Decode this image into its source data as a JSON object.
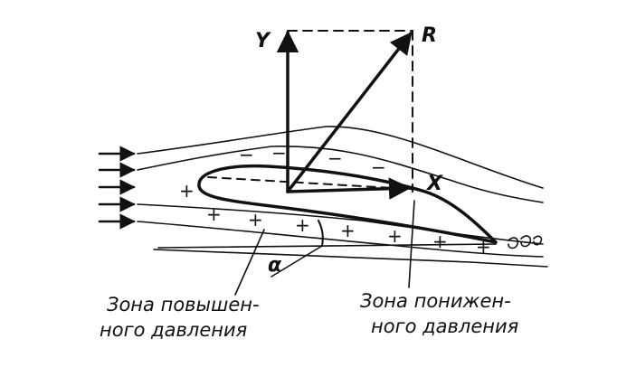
{
  "vectors": {
    "lift_label": "Y",
    "resultant_label": "R",
    "drag_label": "X"
  },
  "angle": {
    "label": "α"
  },
  "signs": {
    "plus": "+",
    "minus": "−"
  },
  "zones": {
    "high_pressure": {
      "line1": "Зона повышен-",
      "line2": "ного давления"
    },
    "low_pressure": {
      "line1": "Зона понижен-",
      "line2": "ного давления"
    }
  },
  "colors": {
    "ink": "#111111",
    "background": "#ffffff"
  }
}
